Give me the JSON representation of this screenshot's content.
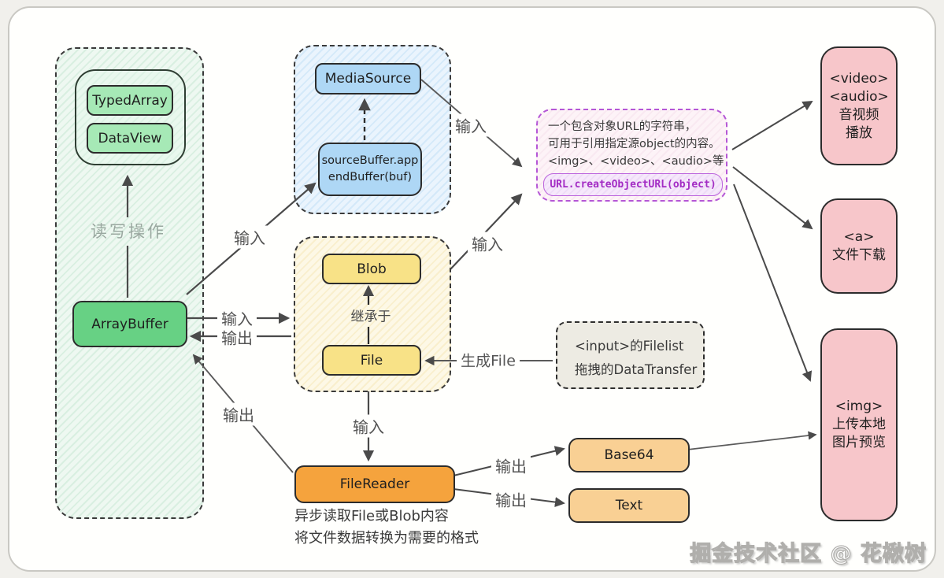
{
  "nodes": {
    "typed_array": "TypedArray",
    "data_view": "DataView",
    "array_buffer": "ArrayBuffer",
    "media_source": "MediaSource",
    "source_buffer_line1": "sourceBuffer.app",
    "source_buffer_line2": "endBuffer(buf)",
    "blob": "Blob",
    "file": "File",
    "file_reader": "FileReader",
    "base64": "Base64",
    "text": "Text",
    "object_url_code": "URL.createObjectURL(object)"
  },
  "object_url_note": {
    "line1": "一个包含对象URL的字符串，",
    "line2": "可用于引用指定源object的内容。",
    "line3": "<img>、<video>、<audio>等"
  },
  "file_source_note": {
    "line1": "<input>的Filelist",
    "line2": "拖拽的DataTransfer"
  },
  "file_reader_note": {
    "line1": "异步读取File或Blob内容",
    "line2": "将文件数据转换为需要的格式"
  },
  "usage_targets": {
    "media": {
      "line1": "<video>",
      "line2": "<audio>",
      "line3": "音视频",
      "line4": "播放"
    },
    "download": {
      "line1": "<a>",
      "line2": "文件下载"
    },
    "image": {
      "line1": "<img>",
      "line2": "上传本地",
      "line3": "图片预览"
    }
  },
  "edge_labels": {
    "read_write": "读写操作",
    "inherit": "继承于",
    "generate_file": "生成File",
    "input_ab_to_sourcebuffer": "输入",
    "input_ab_to_blob": "输入",
    "output_blob_to_ab": "输出",
    "output_filereader_to_ab": "输出",
    "input_blob_to_url": "输入",
    "input_mediasource_to_url": "输入",
    "input_file_to_filereader": "输入",
    "output_to_base64": "输出",
    "output_to_text": "输出"
  },
  "watermark": "掘金技术社区 @ 花楸树",
  "colors": {
    "arrow": "#4a4a4a",
    "green_node": "#67d184",
    "green_light_node": "#a6e9b6",
    "blue_node": "#aed7f5",
    "yellow_node": "#f8e287",
    "orange_node": "#f5a33d",
    "peach_node": "#f9d094",
    "pink_node": "#f7c6ca",
    "purple_accent": "#a32cc4"
  }
}
